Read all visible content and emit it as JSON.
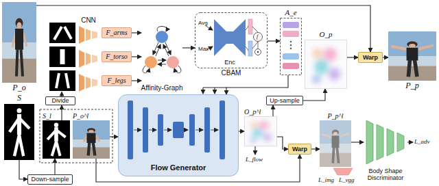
{
  "diagram": {
    "nodes": [
      {
        "text": [
          "P_o"
        ]
      },
      {
        "text": [
          "S"
        ]
      },
      {
        "text": [
          "CNN"
        ]
      },
      {
        "text": [
          "F_arms"
        ]
      },
      {
        "text": [
          "F_torso"
        ]
      },
      {
        "text": [
          "F_legs"
        ]
      },
      {
        "text": [
          "Affinity-Graph"
        ]
      },
      {
        "text": [
          "CBAM"
        ]
      },
      {
        "text": [
          "Enc"
        ],
        "in": 7
      },
      {
        "text": [
          "A_e"
        ]
      },
      {
        "text": [
          "O_p"
        ]
      },
      {
        "text": [
          "Warp"
        ]
      },
      {
        "text": [
          "P_p"
        ]
      },
      {
        "text": [
          "Divide"
        ]
      },
      {
        "text": [
          "S_l"
        ]
      },
      {
        "text": [
          "P_o^l"
        ]
      },
      {
        "text": [
          "Up-sample"
        ]
      },
      {
        "text": [
          "Flow Generator"
        ]
      },
      {
        "text": [
          "O_p^l"
        ]
      },
      {
        "text": [
          "Warp"
        ]
      },
      {
        "text": [
          "P_p^l"
        ]
      },
      {
        "text": [
          "Body Shape Discriminator"
        ]
      },
      {
        "text": [
          "Down-sample"
        ]
      }
    ],
    "edges": [
      {
        "from": 0,
        "to": 11,
        "arrow": "to"
      },
      {
        "from": 10,
        "to": 11,
        "arrow": "to"
      },
      {
        "from": 11,
        "to": 12,
        "arrow": "to"
      },
      {
        "from": 1,
        "to": 22,
        "arrow": "to"
      },
      {
        "from": 22,
        "to": 14,
        "arrow": "to"
      },
      {
        "from": 14,
        "to": 13,
        "arrow": "to"
      },
      {
        "from": 3,
        "to": 6,
        "arrow": "to"
      },
      {
        "from": 4,
        "to": 6,
        "arrow": "to"
      },
      {
        "from": 5,
        "to": 6,
        "arrow": "to"
      },
      {
        "from": 6,
        "to": 7,
        "arrow": "to"
      },
      {
        "from": 7,
        "to": 9,
        "arrow": "to"
      },
      {
        "from": 9,
        "to": 17,
        "arrow": "to"
      },
      {
        "from": 15,
        "to": 17,
        "arrow": "to"
      },
      {
        "from": 17,
        "to": 18,
        "arrow": "to"
      },
      {
        "from": 18,
        "to": 16,
        "arrow": "to"
      },
      {
        "from": 16,
        "to": 10,
        "arrow": "to"
      },
      {
        "from": 18,
        "to": 19,
        "arrow": "to"
      },
      {
        "from": 15,
        "to": 19,
        "arrow": "to"
      },
      {
        "from": 19,
        "to": 20,
        "arrow": "to"
      },
      {
        "from": 20,
        "to": 21,
        "arrow": "to"
      }
    ],
    "labels": [
      "Avg",
      "Max",
      "f",
      "L_flow",
      "L_img",
      "L_vgg",
      "L_adv"
    ]
  }
}
